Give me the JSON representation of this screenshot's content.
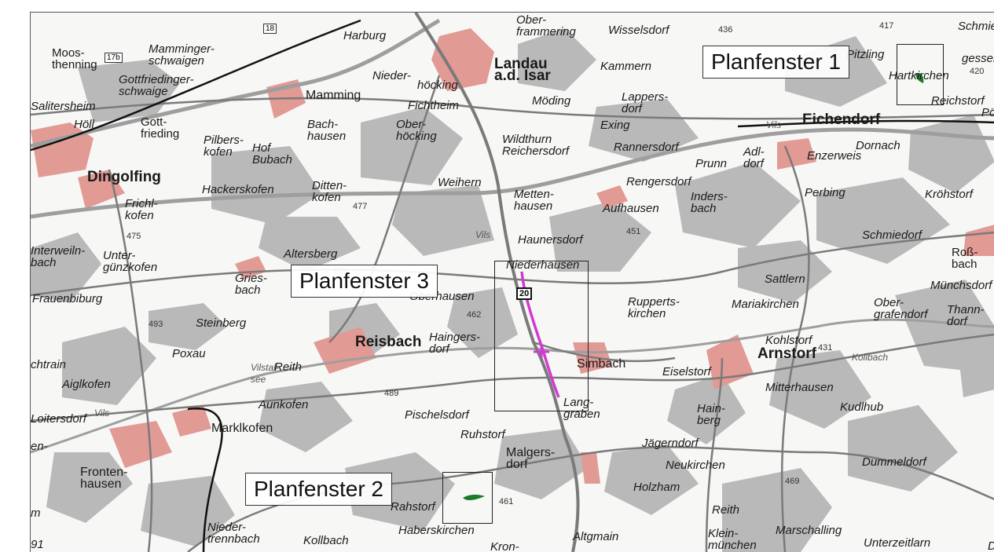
{
  "colors": {
    "forest": "#b9b9b9",
    "settlement": "#e29a95",
    "road": "#7a7a7a",
    "rail": "#111111",
    "river": "#9e9e9e",
    "route": "#d23ad2",
    "site": "#1c7a2b"
  },
  "panels": {
    "p1": "Planfenster 1",
    "p2": "Planfenster 2",
    "p3": "Planfenster 3"
  },
  "badges": {
    "b18": "18",
    "b17b": "17b",
    "b20": "20"
  },
  "places": [
    {
      "t": "Moos-\nthenning",
      "c": "up"
    },
    {
      "t": "Mamminger-\nschwaigen",
      "c": ""
    },
    {
      "t": "Gottfriedinger-\nschwaige",
      "c": ""
    },
    {
      "t": "Harburg",
      "c": ""
    },
    {
      "t": "Salitersheim",
      "c": ""
    },
    {
      "t": "Höll",
      "c": ""
    },
    {
      "t": "Gott-\nfrieding",
      "c": "up"
    },
    {
      "t": "Pilbers-\nkofen",
      "c": ""
    },
    {
      "t": "Hof\nBubach",
      "c": ""
    },
    {
      "t": "Mamming",
      "c": "town"
    },
    {
      "t": "Bach-\nhausen",
      "c": ""
    },
    {
      "t": "Nieder-",
      "c": ""
    },
    {
      "t": "höcking",
      "c": ""
    },
    {
      "t": "Ober-\nhöcking",
      "c": ""
    },
    {
      "t": "Fichtheim",
      "c": ""
    },
    {
      "t": "Ober-\nframmering",
      "c": ""
    },
    {
      "t": "Landau\na.d. Isar",
      "c": "big"
    },
    {
      "t": "Möding",
      "c": ""
    },
    {
      "t": "Wisselsdorf",
      "c": ""
    },
    {
      "t": "Kammern",
      "c": ""
    },
    {
      "t": "Lappers-\ndorf",
      "c": ""
    },
    {
      "t": "Exing",
      "c": ""
    },
    {
      "t": "Rannersdorf",
      "c": ""
    },
    {
      "t": "Wildthurn\nReichersdorf",
      "c": ""
    },
    {
      "t": "Dingolfing",
      "c": "big"
    },
    {
      "t": "Frichl-\nkofen",
      "c": ""
    },
    {
      "t": "Hackerskofen",
      "c": ""
    },
    {
      "t": "Ditten-\nkofen",
      "c": ""
    },
    {
      "t": "Weihern",
      "c": ""
    },
    {
      "t": "Metten-\nhausen",
      "c": ""
    },
    {
      "t": "Rengersdorf",
      "c": ""
    },
    {
      "t": "Aufhausen",
      "c": ""
    },
    {
      "t": "Prunn",
      "c": ""
    },
    {
      "t": "Adl-\ndorf",
      "c": ""
    },
    {
      "t": "Inders-\nbach",
      "c": ""
    },
    {
      "t": "Eichendorf",
      "c": "big"
    },
    {
      "t": "Enzerweis",
      "c": ""
    },
    {
      "t": "Dornach",
      "c": ""
    },
    {
      "t": "Perbing",
      "c": ""
    },
    {
      "t": "Kröhstorf",
      "c": ""
    },
    {
      "t": "Hartkirchen",
      "c": ""
    },
    {
      "t": "Reichstorf",
      "c": ""
    },
    {
      "t": "Schmied",
      "c": ""
    },
    {
      "t": "gesser",
      "c": ""
    },
    {
      "t": "Pöcki",
      "c": ""
    },
    {
      "t": "Interweiln-\nbach",
      "c": ""
    },
    {
      "t": "Unter-\ngünzkofen",
      "c": ""
    },
    {
      "t": "Haunersdorf",
      "c": ""
    },
    {
      "t": "Altersberg",
      "c": ""
    },
    {
      "t": "Niederhausen",
      "c": ""
    },
    {
      "t": "Oberhausen",
      "c": ""
    },
    {
      "t": "Gries-\nbach",
      "c": ""
    },
    {
      "t": "Frauenbiburg",
      "c": ""
    },
    {
      "t": "Steinberg",
      "c": ""
    },
    {
      "t": "Reisbach",
      "c": "big"
    },
    {
      "t": "Haingers-\ndorf",
      "c": ""
    },
    {
      "t": "Simbach",
      "c": "town"
    },
    {
      "t": "Rupperts-\nkirchen",
      "c": ""
    },
    {
      "t": "Mariakirchen",
      "c": ""
    },
    {
      "t": "Sattlern",
      "c": ""
    },
    {
      "t": "Schmiedorf",
      "c": ""
    },
    {
      "t": "Roß-\nbach",
      "c": "up"
    },
    {
      "t": "Münchsdorf",
      "c": ""
    },
    {
      "t": "Ober-\ngrafendorf",
      "c": ""
    },
    {
      "t": "Thann-\ndorf",
      "c": ""
    },
    {
      "t": "Kohlstorf",
      "c": ""
    },
    {
      "t": "Arnstorf",
      "c": "big"
    },
    {
      "t": "Eiselstorf",
      "c": ""
    },
    {
      "t": "Mitterhausen",
      "c": ""
    },
    {
      "t": "Poxau",
      "c": ""
    },
    {
      "t": "Reith",
      "c": ""
    },
    {
      "t": "chtrain",
      "c": ""
    },
    {
      "t": "Aiglkofen",
      "c": ""
    },
    {
      "t": "Loitersdorf",
      "c": ""
    },
    {
      "t": "Aunkofen",
      "c": ""
    },
    {
      "t": "Marklkofen",
      "c": "town"
    },
    {
      "t": "Pischelsdorf",
      "c": ""
    },
    {
      "t": "Lang-\ngraben",
      "c": ""
    },
    {
      "t": "Hain-\nberg",
      "c": ""
    },
    {
      "t": "Kudlhub",
      "c": ""
    },
    {
      "t": "Ruhstorf",
      "c": ""
    },
    {
      "t": "Malgers-\ndorf",
      "c": "town"
    },
    {
      "t": "Jägerndorf",
      "c": ""
    },
    {
      "t": "Neukirchen",
      "c": ""
    },
    {
      "t": "Dummeldorf",
      "c": ""
    },
    {
      "t": "Fronten-\nhausen",
      "c": "town"
    },
    {
      "t": "Rahstorf",
      "c": ""
    },
    {
      "t": "Holzham",
      "c": ""
    },
    {
      "t": "Reith",
      "c": ""
    },
    {
      "t": "Nieder-\ntrennbach",
      "c": ""
    },
    {
      "t": "Kollbach",
      "c": ""
    },
    {
      "t": "Haberskirchen",
      "c": ""
    },
    {
      "t": "Kron-",
      "c": ""
    },
    {
      "t": "Altgmain",
      "c": ""
    },
    {
      "t": "Klein-\nmünchen",
      "c": ""
    },
    {
      "t": "Marschalling",
      "c": ""
    },
    {
      "t": "Unterzeitlarn",
      "c": ""
    },
    {
      "t": "Di",
      "c": ""
    },
    {
      "t": "en-",
      "c": ""
    },
    {
      "t": "m",
      "c": ""
    },
    {
      "t": "91",
      "c": ""
    },
    {
      "t": "Pitzling",
      "c": ""
    },
    {
      "t": "Vils",
      "c": "water"
    },
    {
      "t": "Vils",
      "c": "water"
    },
    {
      "t": "Vils",
      "c": "water"
    },
    {
      "t": "Vils",
      "c": "water"
    },
    {
      "t": "Vilstal-\nsee",
      "c": "water"
    },
    {
      "t": "Kollbach",
      "c": "water"
    },
    {
      "t": "436",
      "c": "height"
    },
    {
      "t": "417",
      "c": "height"
    },
    {
      "t": "420",
      "c": "height"
    },
    {
      "t": "477",
      "c": "height"
    },
    {
      "t": "475",
      "c": "height"
    },
    {
      "t": "451",
      "c": "height"
    },
    {
      "t": "462",
      "c": "height"
    },
    {
      "t": "493",
      "c": "height"
    },
    {
      "t": "431",
      "c": "height"
    },
    {
      "t": "489",
      "c": "height"
    },
    {
      "t": "469",
      "c": "height"
    },
    {
      "t": "461",
      "c": "height"
    }
  ]
}
